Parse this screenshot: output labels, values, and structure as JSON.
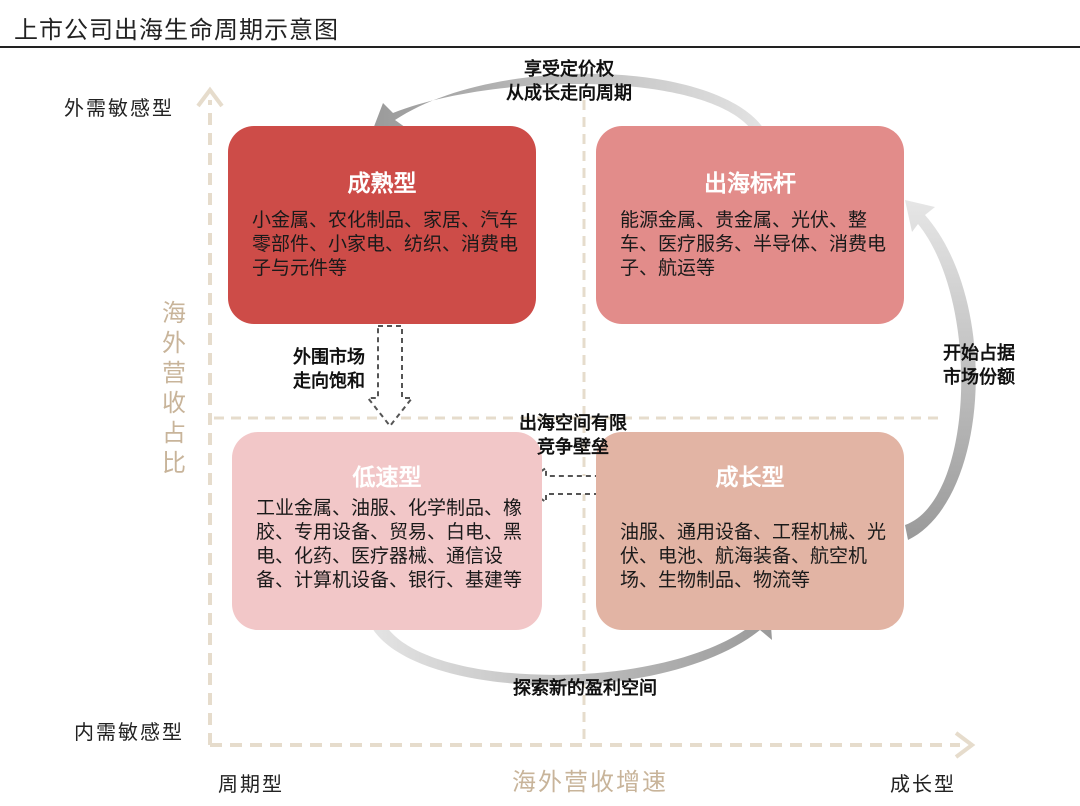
{
  "title": "上市公司出海生命周期示意图",
  "axes": {
    "y_title": "海外营收占比",
    "y_top": "外需敏感型",
    "y_bottom": "内需敏感型",
    "x_title": "海外营收增速",
    "x_left": "周期型",
    "x_right": "成长型"
  },
  "quadrants": {
    "mature": {
      "title": "成熟型",
      "body": "小金属、农化制品、家居、汽车零部件、小家电、纺织、消费电子与元件等"
    },
    "benchmark": {
      "title": "出海标杆",
      "body": "能源金属、贵金属、光伏、整车、医疗服务、半导体、消费电子、航运等"
    },
    "lowspeed": {
      "title": "低速型",
      "body": "工业金属、油服、化学制品、橡胶、专用设备、贸易、白电、黑电、化药、医疗器械、通信设备、计算机设备、银行、基建等"
    },
    "growth": {
      "title": "成长型",
      "body": "油服、通用设备、工程机械、光伏、电池、航海装备、航空机场、生物制品、物流等"
    }
  },
  "transitions": {
    "top": [
      "享受定价权",
      "从成长走向周期"
    ],
    "left": [
      "外围市场",
      "走向饱和"
    ],
    "middle": [
      "出海空间有限",
      "竞争壁垒"
    ],
    "right": [
      "开始占据",
      "市场份额"
    ],
    "bottom": [
      "探索新的盈利空间"
    ]
  },
  "colors": {
    "mature": "#cd4c48",
    "benchmark": "#e28c8a",
    "lowspeed": "#f2c7c8",
    "growth": "#e2b4a4",
    "axis": "#e6dccc",
    "arrow": "#b8b8b8"
  }
}
